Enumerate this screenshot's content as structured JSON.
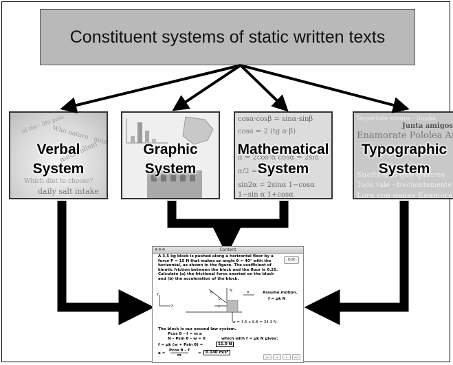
{
  "title": "Constituent systems of static written texts",
  "panels": [
    {
      "label_line1": "Verbal",
      "label_line2": "System"
    },
    {
      "label_line1": "Graphic",
      "label_line2": "System"
    },
    {
      "label_line1": "Mathematical",
      "label_line2": "System"
    },
    {
      "label_line1": "Typographic",
      "label_line2": "System"
    }
  ],
  "screenshot": {
    "window_title": "Content",
    "quit_label": "Quit",
    "problem": "A 3.5 kg block is pushed along a horizontal floor by a force P = 15 N that makes an angle θ = 40° with the horizontal, as shown in the figure. The coefficient of kinetic friction between the block and the floor is 0.25. Calculate (a) the frictional force exerted on the block and (b) the acceleration of the block.",
    "assume": "Assume motion.",
    "f_eq": "f = μk N",
    "weight": "w = 3.5 x 9.8 = 34.3 N",
    "line1": "The block is our second law system.",
    "line2": "Pcos θ – f = m a",
    "line3": "N – Psin θ – w = 0",
    "line3b": "which with  f = μk N   gives:",
    "line4a": "f = μk (w +  Psin θ) =",
    "result1": "11.0 N",
    "line5a": "a =",
    "result2": "0.140 m/s²"
  }
}
